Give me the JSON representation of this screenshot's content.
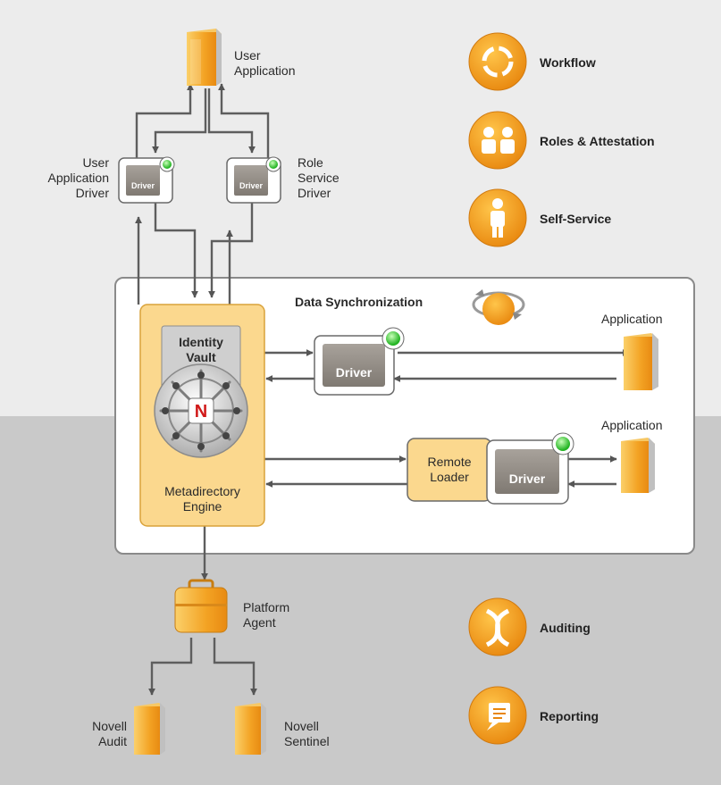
{
  "diagram": {
    "user_app": {
      "line1": "User",
      "line2": "Application"
    },
    "ua_driver": {
      "line1": "User",
      "line2": "Application",
      "line3": "Driver"
    },
    "rs_driver": {
      "line1": "Role",
      "line2": "Service",
      "line3": "Driver"
    },
    "driver_label": "Driver",
    "data_sync_title": "Data Synchronization",
    "identity_vault": {
      "line1": "Identity",
      "line2": "Vault"
    },
    "engine": {
      "line1": "Metadirectory",
      "line2": "Engine"
    },
    "application_label": "Application",
    "remote_loader": {
      "line1": "Remote",
      "line2": "Loader"
    },
    "platform_agent": {
      "line1": "Platform",
      "line2": "Agent"
    },
    "novell_audit": {
      "line1": "Novell",
      "line2": "Audit"
    },
    "novell_sentinel": {
      "line1": "Novell",
      "line2": "Sentinel"
    },
    "features": {
      "workflow": "Workflow",
      "roles": "Roles & Attestation",
      "self_service": "Self-Service",
      "auditing": "Auditing",
      "reporting": "Reporting"
    },
    "colors": {
      "orange": "#f2a11e",
      "driver_gray": "#8f8983",
      "status_green": "#3ccf3c",
      "engine_fill": "#fbd88e",
      "top_band": "#ececec",
      "bottom_band": "#c9c9c9"
    }
  }
}
